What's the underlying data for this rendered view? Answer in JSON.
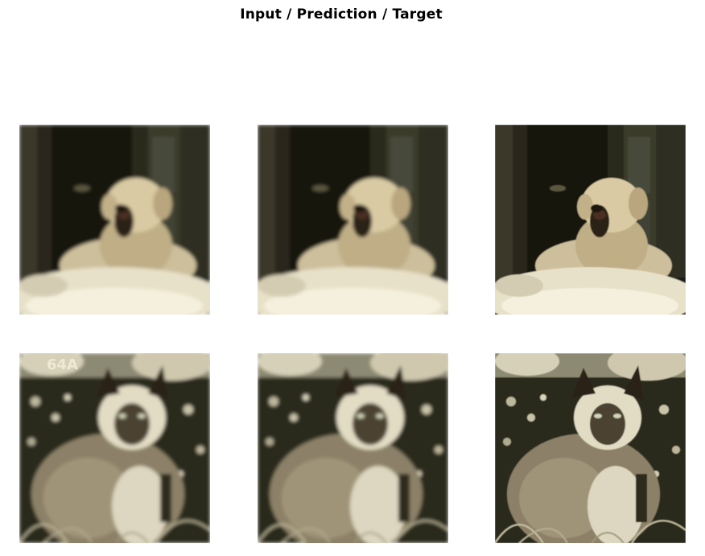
{
  "figure": {
    "title": "Input / Prediction / Target"
  },
  "panels": [
    {
      "row": 1,
      "role": "input",
      "subject": "dog-yawning-on-bed",
      "quality": "low-res"
    },
    {
      "row": 1,
      "role": "prediction",
      "subject": "dog-yawning-on-bed",
      "quality": "low-res"
    },
    {
      "row": 1,
      "role": "target",
      "subject": "dog-yawning-on-bed",
      "quality": "sharp"
    },
    {
      "row": 2,
      "role": "input",
      "subject": "siamese-cat-in-garden",
      "quality": "low-res",
      "overlay_text": "64A"
    },
    {
      "row": 2,
      "role": "prediction",
      "subject": "siamese-cat-in-garden",
      "quality": "low-res"
    },
    {
      "row": 2,
      "role": "target",
      "subject": "siamese-cat-in-garden",
      "quality": "sharp"
    }
  ],
  "colors": {
    "tint_dark": "#1c1a10",
    "tint_mid": "#8a7b5a",
    "tint_light": "#efe8d2"
  }
}
